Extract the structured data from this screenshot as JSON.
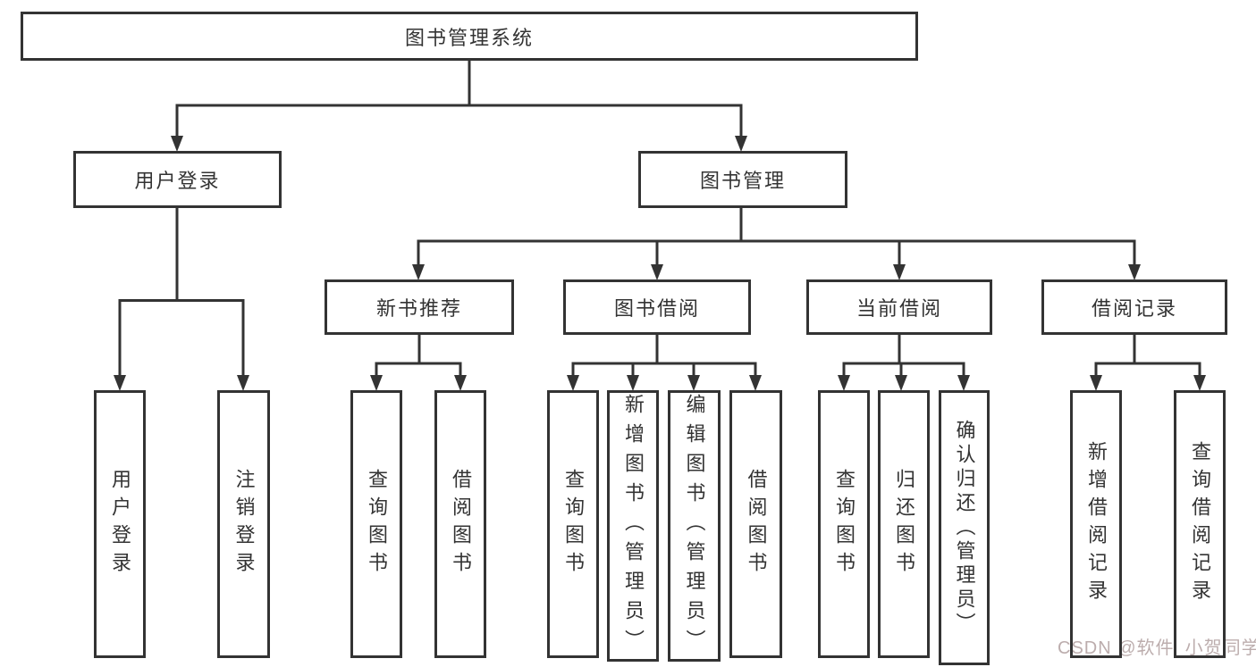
{
  "colors": {
    "line": "#333333",
    "text": "#333333",
    "watermark": "#bcadad",
    "background": "#ffffff"
  },
  "watermark": {
    "text": "CSDN @软件_小贺同学"
  },
  "nodes": {
    "root": {
      "label": "图书管理系统"
    },
    "user_login": {
      "label": "用户登录"
    },
    "book_mgmt": {
      "label": "图书管理"
    },
    "user_login_children": [
      {
        "label": "用户登录"
      },
      {
        "label": "注销登录"
      }
    ],
    "book_mgmt_children": [
      {
        "label": "新书推荐",
        "children": [
          {
            "label": "查询图书"
          },
          {
            "label": "借阅图书"
          }
        ]
      },
      {
        "label": "图书借阅",
        "children": [
          {
            "label": "查询图书"
          },
          {
            "label": "新增图书（管理员）"
          },
          {
            "label": "编辑图书（管理员）"
          },
          {
            "label": "借阅图书"
          }
        ]
      },
      {
        "label": "当前借阅",
        "children": [
          {
            "label": "查询图书"
          },
          {
            "label": "归还图书"
          },
          {
            "label": "确认归还（管理员）"
          }
        ]
      },
      {
        "label": "借阅记录",
        "children": [
          {
            "label": "新增借阅记录"
          },
          {
            "label": "查询借阅记录"
          }
        ]
      }
    ]
  }
}
